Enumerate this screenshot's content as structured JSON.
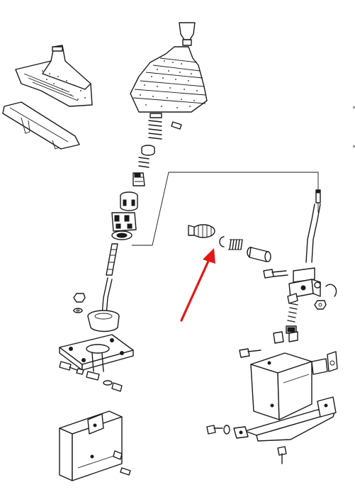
{
  "diagram": {
    "kind": "exploded-parts-illustration",
    "background": "#ffffff",
    "line_color": "#1a1a1a",
    "highlight_color": "#e01818",
    "highlight": {
      "mark": "red-arrow",
      "points_to": "spring-and-pin-group"
    },
    "parts": [
      "shift-knob",
      "shift-boot",
      "boot-retainer-ring",
      "console-boot",
      "console-trim-panel",
      "upper-spring",
      "lock-clip",
      "bushing",
      "lever-guide-sleeve",
      "ball-socket-cup",
      "shift-lever-rod",
      "lever-base-plate",
      "mount-bolt",
      "washer",
      "nut",
      "lower-bracket",
      "rubber-buffer",
      "circlip",
      "coil-spring",
      "pivot-pin",
      "shift-rod",
      "selector-yoke",
      "detent-spring",
      "gearbox-bracket",
      "support-bracket"
    ]
  }
}
